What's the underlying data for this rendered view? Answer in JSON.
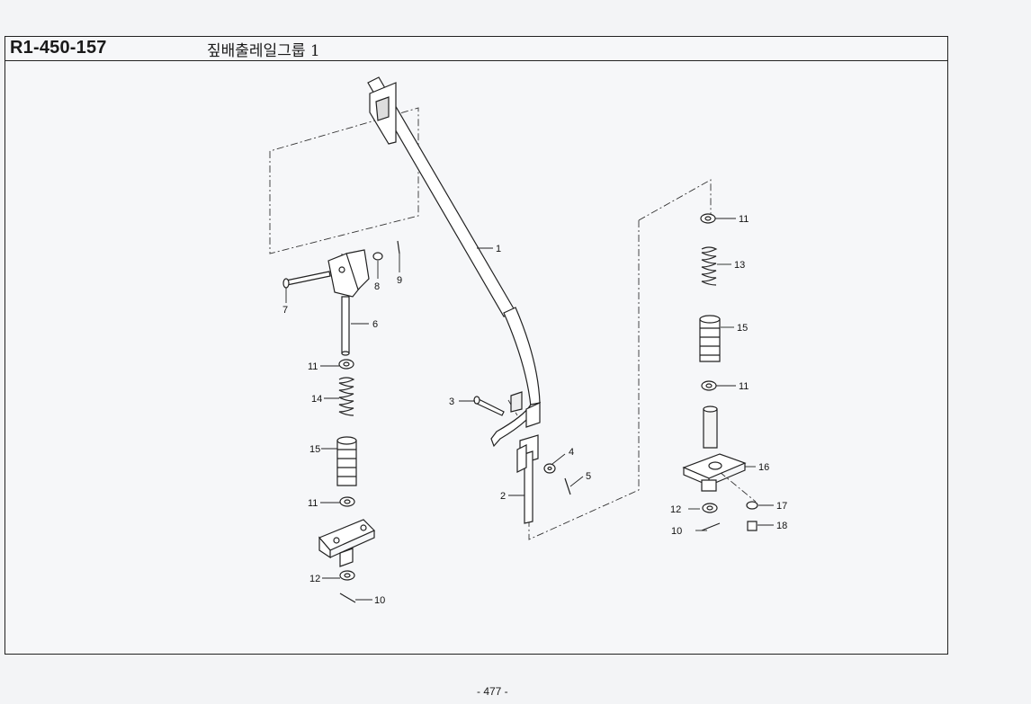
{
  "header": {
    "part_code": "R1-450-157",
    "group_title": "짚배출레일그룹 1"
  },
  "callouts": {
    "c1": "1",
    "c2": "2",
    "c3": "3",
    "c4": "4",
    "c5": "5",
    "c6": "6",
    "c7": "7",
    "c8": "8",
    "c9": "9",
    "c10a": "10",
    "c10b": "10",
    "c11a": "11",
    "c11b": "11",
    "c11c": "11",
    "c11d": "11",
    "c12a": "12",
    "c12b": "12",
    "c13": "13",
    "c14": "14",
    "c15a": "15",
    "c15b": "15",
    "c16": "16",
    "c17": "17",
    "c18": "18"
  },
  "footer": {
    "page_number": "- 477 -"
  }
}
